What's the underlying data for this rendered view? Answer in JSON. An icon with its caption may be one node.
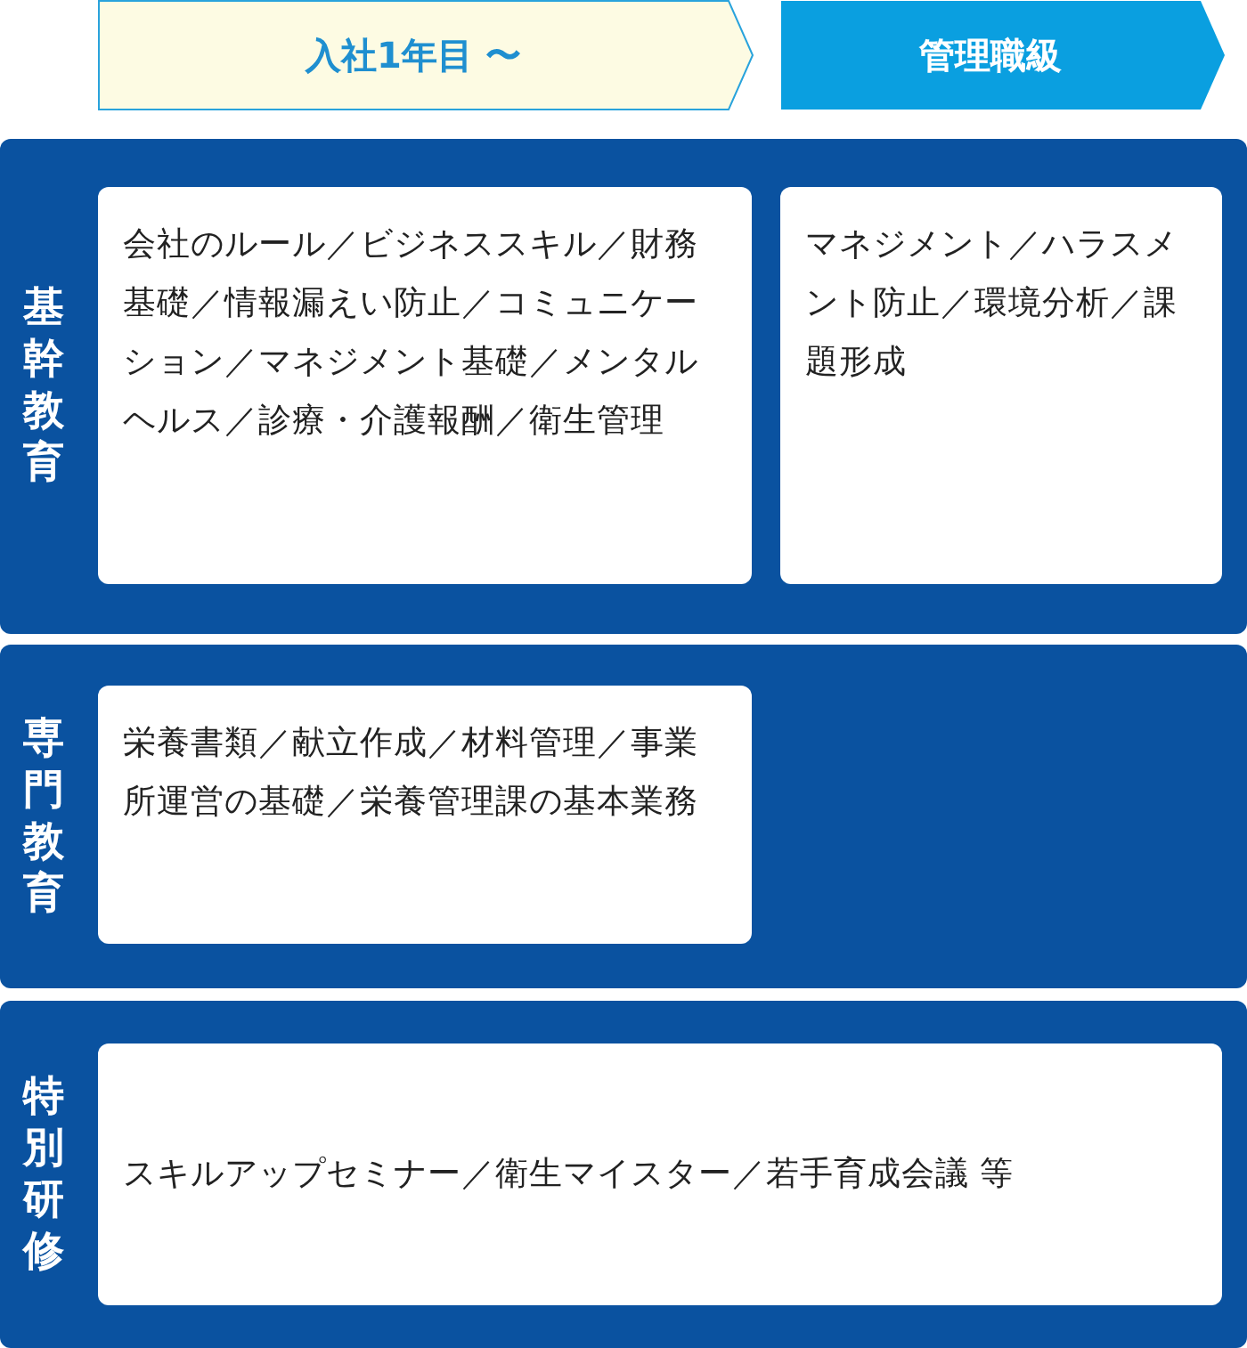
{
  "diagram": {
    "nodes": [
      {
        "text": [
          "入社1年目 〜"
        ]
      },
      {
        "text": [
          "管理職級"
        ]
      },
      {
        "text": [
          "基幹教育"
        ]
      },
      {
        "text": [
          "会社のルール／ビジネススキル／財務基礎／情報漏えい防止／コミュニケーション／マネジメント基礎／メンタルヘルス／診療・介護報酬／衛生管理"
        ],
        "in": 2
      },
      {
        "text": [
          "マネジメント／ハラスメント防止／環境分析／課題形成"
        ],
        "in": 2
      },
      {
        "text": [
          "専門教育"
        ]
      },
      {
        "text": [
          "栄養書類／献立作成／材料管理／事業所運営の基礎／栄養管理課の基本業務"
        ],
        "in": 5
      },
      {
        "text": [
          "特別研修"
        ]
      },
      {
        "text": [
          "スキルアップセミナー／衛生マイスター／若手育成会議 等"
        ],
        "in": 7
      }
    ]
  }
}
